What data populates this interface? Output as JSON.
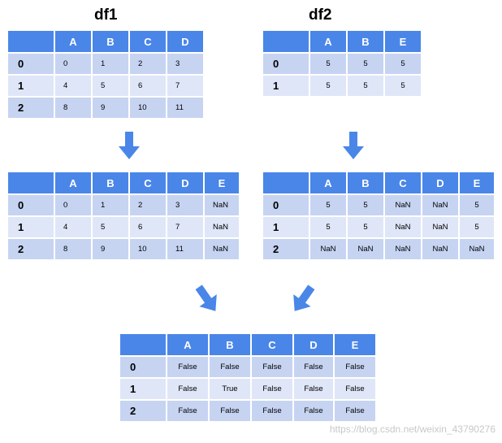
{
  "titles": {
    "df1": "df1",
    "df2": "df2"
  },
  "colors": {
    "header": "#4a86e8",
    "row_light": "#dfe6f8",
    "row_dark": "#c6d4f2",
    "arrow": "#4a86e8"
  },
  "tables": {
    "df1": {
      "columns": [
        "A",
        "B",
        "C",
        "D"
      ],
      "rows": [
        {
          "index": "0",
          "cells": [
            "0",
            "1",
            "2",
            "3"
          ]
        },
        {
          "index": "1",
          "cells": [
            "4",
            "5",
            "6",
            "7"
          ]
        },
        {
          "index": "2",
          "cells": [
            "8",
            "9",
            "10",
            "11"
          ]
        }
      ]
    },
    "df2": {
      "columns": [
        "A",
        "B",
        "E"
      ],
      "rows": [
        {
          "index": "0",
          "cells": [
            "5",
            "5",
            "5"
          ]
        },
        {
          "index": "1",
          "cells": [
            "5",
            "5",
            "5"
          ]
        }
      ]
    },
    "df1_aligned": {
      "columns": [
        "A",
        "B",
        "C",
        "D",
        "E"
      ],
      "rows": [
        {
          "index": "0",
          "cells": [
            "0",
            "1",
            "2",
            "3",
            "NaN"
          ]
        },
        {
          "index": "1",
          "cells": [
            "4",
            "5",
            "6",
            "7",
            "NaN"
          ]
        },
        {
          "index": "2",
          "cells": [
            "8",
            "9",
            "10",
            "11",
            "NaN"
          ]
        }
      ]
    },
    "df2_aligned": {
      "columns": [
        "A",
        "B",
        "C",
        "D",
        "E"
      ],
      "rows": [
        {
          "index": "0",
          "cells": [
            "5",
            "5",
            "NaN",
            "NaN",
            "5"
          ]
        },
        {
          "index": "1",
          "cells": [
            "5",
            "5",
            "NaN",
            "NaN",
            "5"
          ]
        },
        {
          "index": "2",
          "cells": [
            "NaN",
            "NaN",
            "NaN",
            "NaN",
            "NaN"
          ]
        }
      ]
    },
    "result": {
      "columns": [
        "A",
        "B",
        "C",
        "D",
        "E"
      ],
      "rows": [
        {
          "index": "0",
          "cells": [
            "False",
            "False",
            "False",
            "False",
            "False"
          ]
        },
        {
          "index": "1",
          "cells": [
            "False",
            "True",
            "False",
            "False",
            "False"
          ]
        },
        {
          "index": "2",
          "cells": [
            "False",
            "False",
            "False",
            "False",
            "False"
          ]
        }
      ]
    }
  },
  "watermark": "https://blog.csdn.net/weixin_43790276"
}
